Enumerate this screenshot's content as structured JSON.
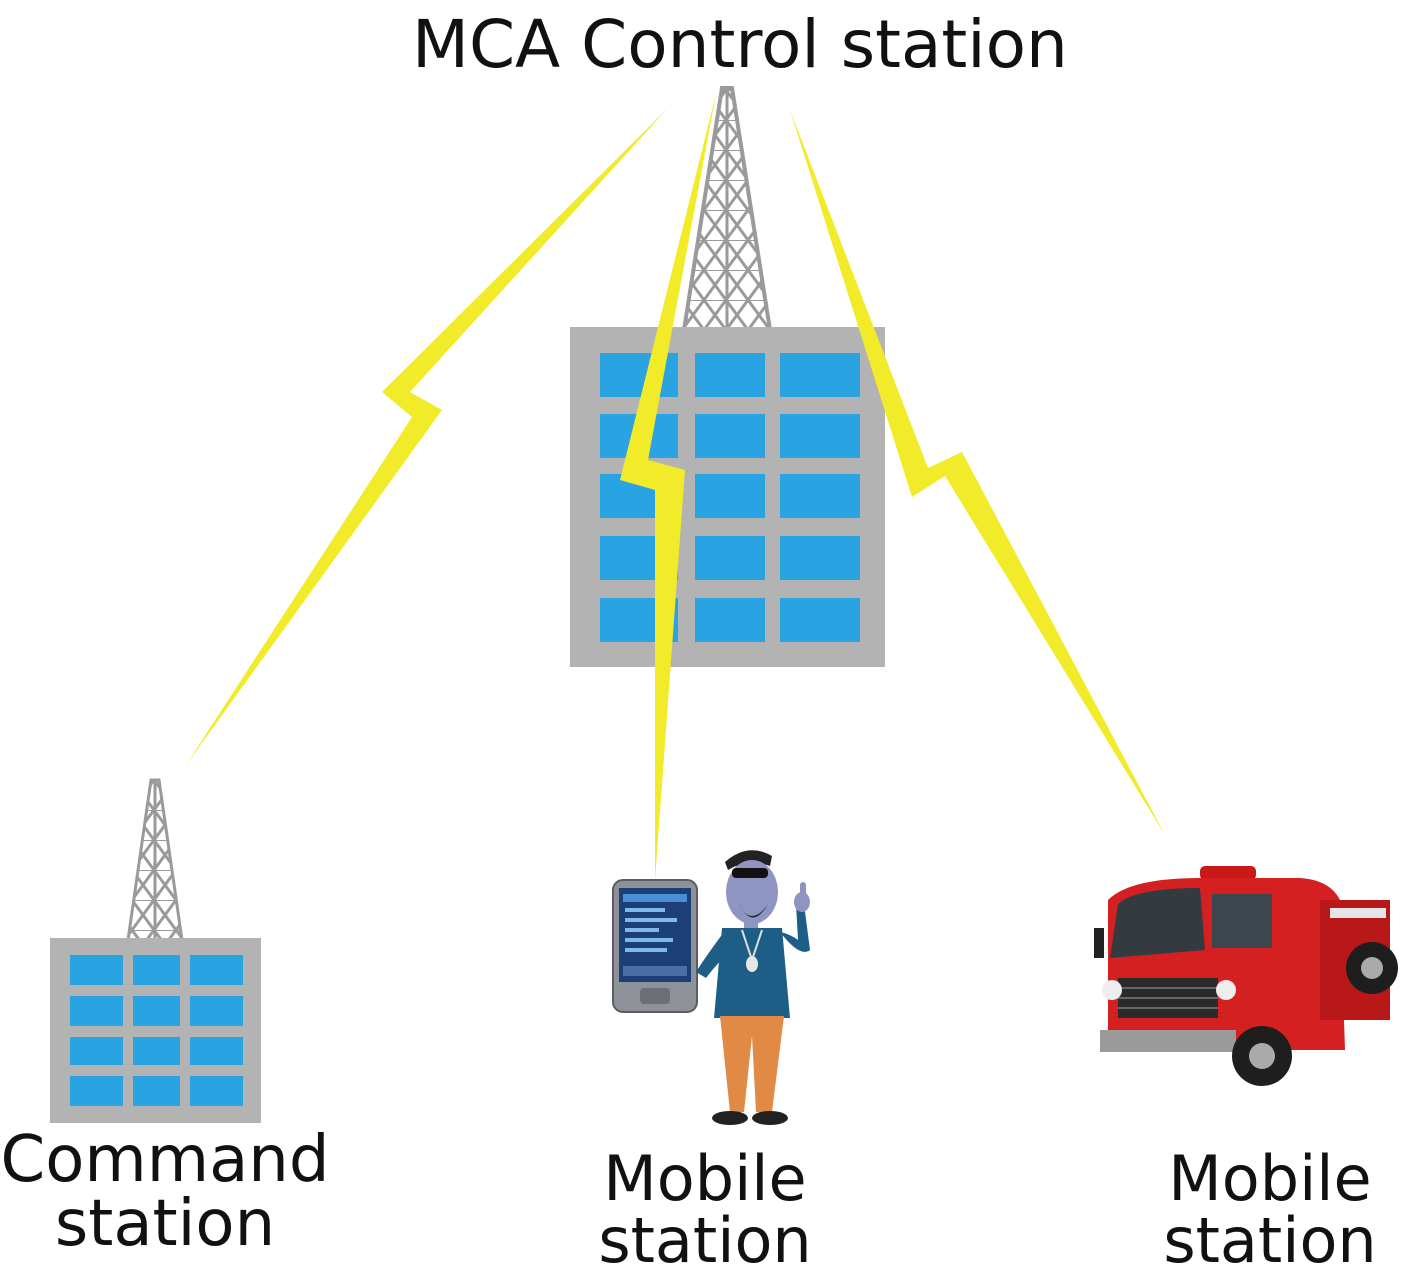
{
  "title": "MCA Control station",
  "stations": {
    "command": {
      "line1": "Command",
      "line2": "station"
    },
    "mobile_person": {
      "line1": "Mobile",
      "line2": "station"
    },
    "mobile_truck": {
      "line1": "Mobile",
      "line2": "station"
    }
  },
  "colors": {
    "signal": "#f2eb2a",
    "building": "#b3b3b3",
    "window": "#29a3e2",
    "tower": "#9a9a9a",
    "truck_body": "#d42020"
  },
  "icons": {
    "control": "radio-tower-building-icon",
    "command": "radio-tower-building-icon",
    "person": "person-with-handheld-terminal-icon",
    "truck": "fire-truck-icon"
  }
}
